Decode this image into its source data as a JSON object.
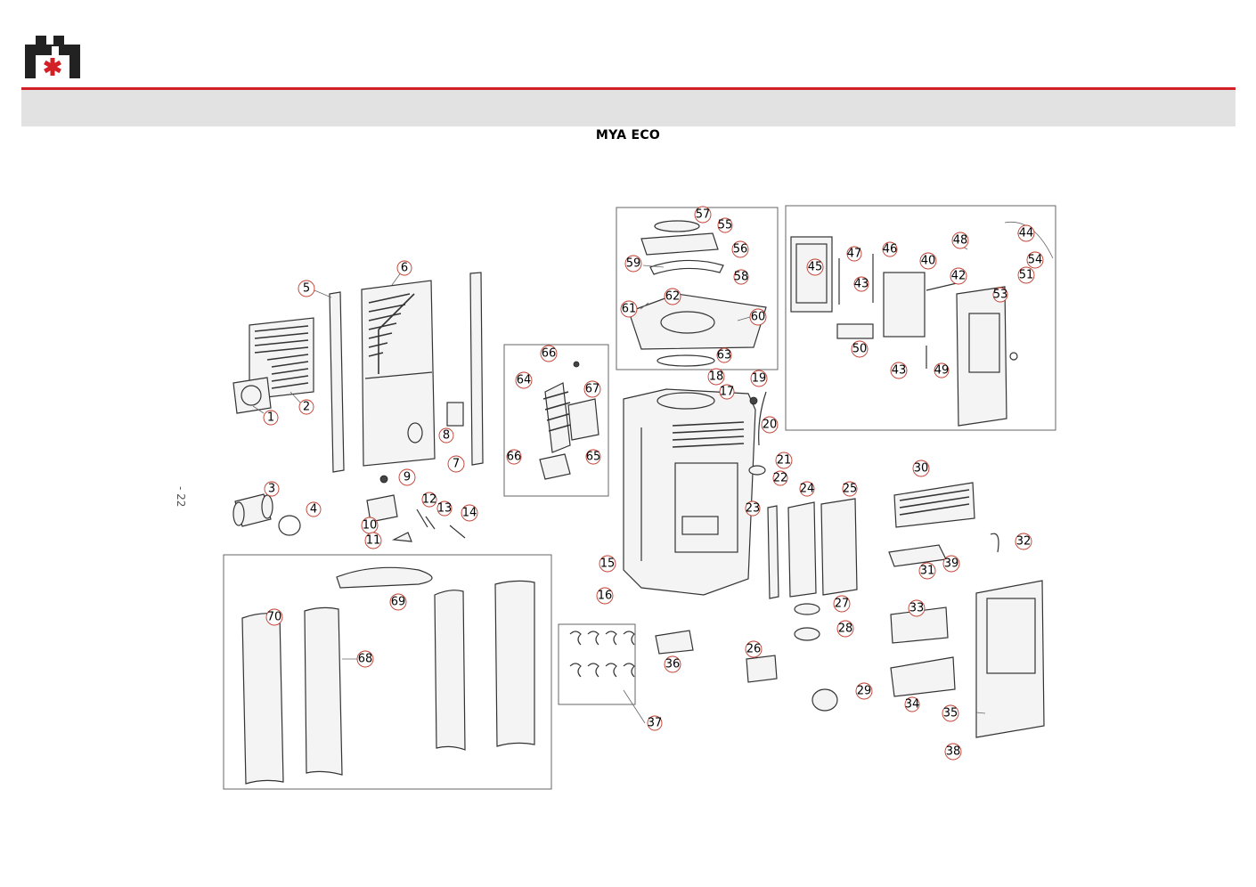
{
  "header": {
    "logo_icon": "company-logo-icon",
    "accent_color": "#d31f26",
    "bar_color": "#e2e2e2"
  },
  "title": "MYA ECO",
  "page_number": "- 22",
  "callouts": {
    "c1": "1",
    "c2": "2",
    "c3": "3",
    "c4": "4",
    "c5": "5",
    "c6": "6",
    "c7": "7",
    "c8": "8",
    "c9": "9",
    "c10": "10",
    "c11": "11",
    "c12": "12",
    "c13": "13",
    "c14": "14",
    "c15": "15",
    "c16": "16",
    "c17": "17",
    "c18": "18",
    "c19": "19",
    "c20": "20",
    "c21": "21",
    "c22": "22",
    "c23": "23",
    "c24": "24",
    "c25": "25",
    "c26": "26",
    "c27": "27",
    "c28": "28",
    "c29": "29",
    "c30": "30",
    "c31": "31",
    "c32": "32",
    "c33": "33",
    "c34": "34",
    "c35": "35",
    "c36": "36",
    "c37": "37",
    "c38": "38",
    "c39": "39",
    "c40": "40",
    "c42": "42",
    "c43a": "43",
    "c43b": "43",
    "c44": "44",
    "c45": "45",
    "c46": "46",
    "c47": "47",
    "c48": "48",
    "c49": "49",
    "c50": "50",
    "c51": "51",
    "c53": "53",
    "c54": "54",
    "c55": "55",
    "c56": "56",
    "c57": "57",
    "c58": "58",
    "c59": "59",
    "c60": "60",
    "c61": "61",
    "c62": "62",
    "c63": "63",
    "c64": "64",
    "c65": "65",
    "c66a": "66",
    "c66b": "66",
    "c67": "67",
    "c68": "68",
    "c69": "69",
    "c70": "70"
  }
}
